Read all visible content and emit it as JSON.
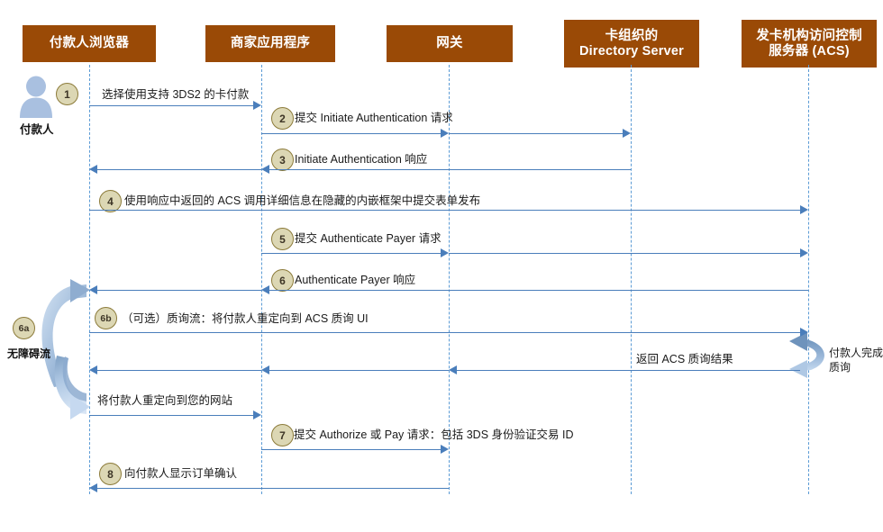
{
  "diagram": {
    "title_hidden": "3DS2 Payment Authentication Sequence",
    "colors": {
      "actor_box_fill": "#9A4A06",
      "actor_box_text": "#FFFFFF",
      "lifeline": "#5B9BD5",
      "arrow": "#4A7EBB",
      "badge_fill": "#DCD7B4",
      "badge_stroke": "#8C7B3A",
      "person_fill": "#A9C0E0",
      "curve_dark": "#7FA0C4",
      "curve_light": "#CBDCF0"
    },
    "actors": [
      {
        "id": "payer-browser",
        "label": "付款人浏览器"
      },
      {
        "id": "merchant-app",
        "label": "商家应用程序"
      },
      {
        "id": "gateway",
        "label": "网关"
      },
      {
        "id": "directory-server",
        "label": "卡组织的\nDirectory Server"
      },
      {
        "id": "acs",
        "label": "发卡机构访问控制\n服务器 (ACS)"
      }
    ],
    "person": {
      "label": "付款人",
      "icon": "person-icon"
    },
    "messages": [
      {
        "step": "1",
        "label": "选择使用支持 3DS2 的卡付款"
      },
      {
        "step": "2",
        "label": "提交 Initiate Authentication 请求"
      },
      {
        "step": "3",
        "label": "Initiate Authentication 响应"
      },
      {
        "step": "4",
        "label": "使用响应中返回的 ACS 调用详细信息在隐藏的内嵌框架中提交表单发布"
      },
      {
        "step": "5",
        "label": "提交 Authenticate Payer 请求"
      },
      {
        "step": "6",
        "label": "Authenticate Payer 响应"
      },
      {
        "step": "6b",
        "label": "（可选）质询流：将付款人重定向到 ACS 质询 UI"
      },
      {
        "step": "",
        "label": "返回 ACS 质询结果"
      },
      {
        "step": "",
        "label": "将付款人重定向到您的网站"
      },
      {
        "step": "7",
        "label_prefix": "提交 Authorize 或 Pay 请求：包括 ",
        "label_bold": "3DS 身份验证交易 ID"
      },
      {
        "step": "8",
        "label": "向付款人显示订单确认"
      }
    ],
    "annotations": [
      {
        "id": "frictionless-flow",
        "badge": "6a",
        "label": "无障碍流"
      },
      {
        "id": "payer-completes-challenge",
        "label": "付款人完成\n质询"
      }
    ]
  }
}
